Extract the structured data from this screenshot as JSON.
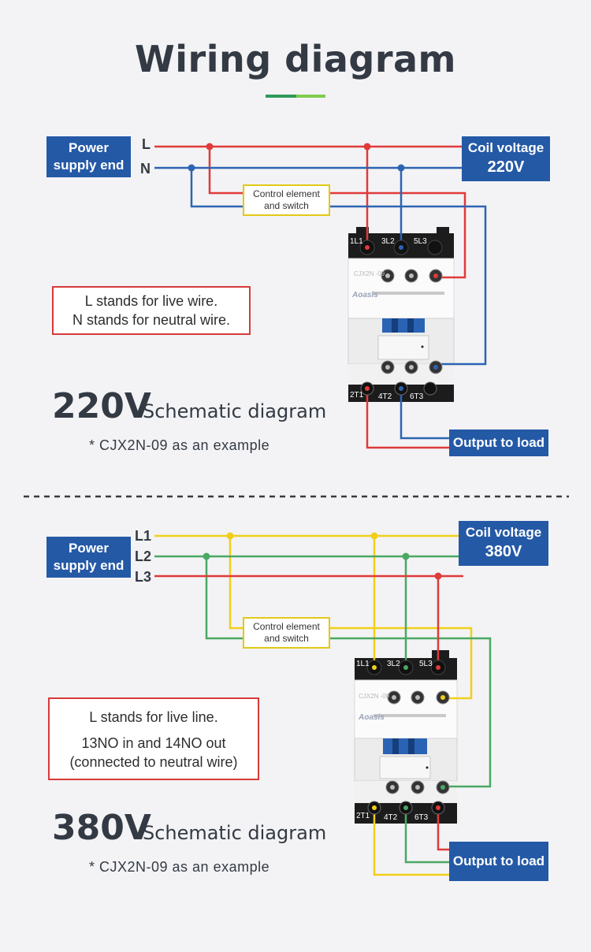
{
  "title": "Wiring diagram",
  "section_220": {
    "power_supply": "Power\nsupply end",
    "line_labels": [
      "L",
      "N"
    ],
    "coil_voltage": "Coil voltage",
    "coil_value": "220V",
    "control_element": "Control element\nand switch",
    "note": "L stands for live wire.\nN stands for neutral wire.",
    "voltage": "220V",
    "schematic": "Schematic diagram",
    "example": "* CJX2N-09 as an example",
    "output": "Output to load",
    "contactor": {
      "terminals_top": [
        "1L1",
        "3L2",
        "5L3"
      ],
      "terminals_bottom": [
        "2T1",
        "4T2",
        "6T3"
      ],
      "model": "CJX2N\n-09",
      "brand": "Aoasis"
    }
  },
  "section_380": {
    "power_supply": "Power\nsupply end",
    "line_labels": [
      "L1",
      "L2",
      "L3"
    ],
    "coil_voltage": "Coil voltage",
    "coil_value": "380V",
    "control_element": "Control element\nand switch",
    "note_1": "L stands for live line.",
    "note_2": "13NO in and 14NO out\n(connected to neutral wire)",
    "voltage": "380V",
    "schematic": "Schematic diagram",
    "example": "* CJX2N-09 as an example",
    "output": "Output to load",
    "contactor": {
      "terminals_top": [
        "1L1",
        "3L2",
        "5L3"
      ],
      "terminals_bottom": [
        "2T1",
        "4T2",
        "6T3"
      ],
      "model": "CJX2N\n-09",
      "brand": "Aoasis"
    }
  },
  "colors": {
    "live": "#e03a3a",
    "neutral": "#2d64b2",
    "yellow": "#f0cf1a",
    "green": "#4aa864",
    "box_blue": "#2459a6",
    "underline_green": "#6cc24a",
    "underline_darkgreen": "#2f9a5a"
  }
}
